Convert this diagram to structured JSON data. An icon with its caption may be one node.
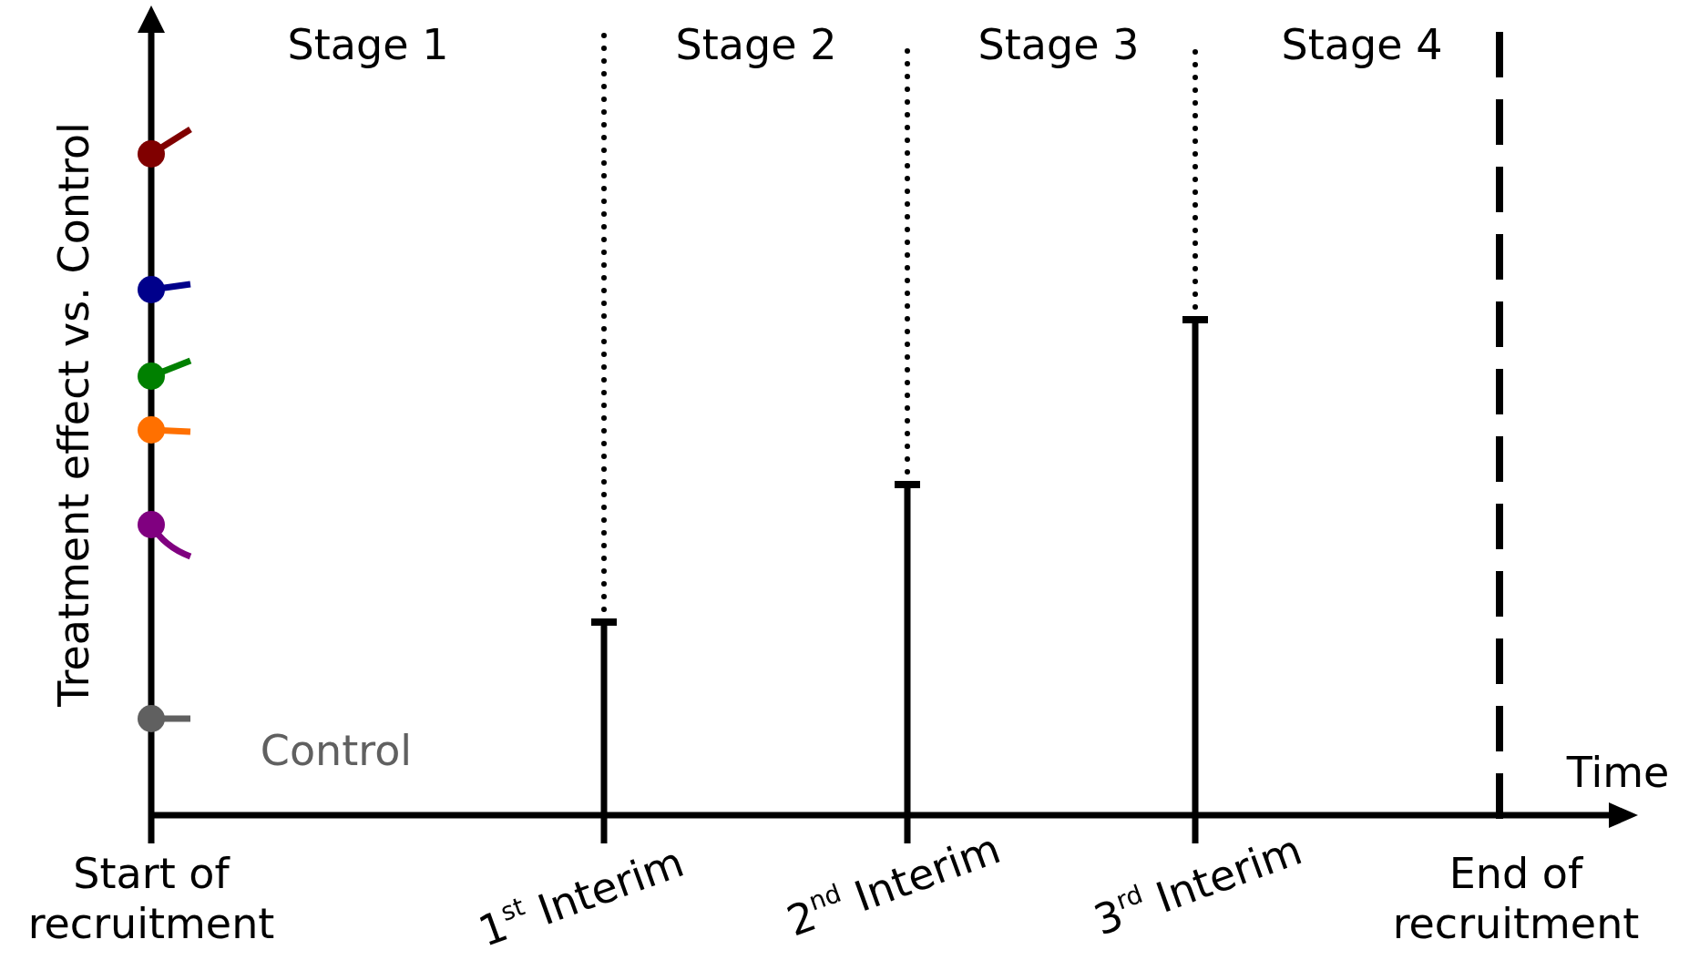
{
  "diagram": {
    "labels": [
      "Stage 1",
      "Stage 2",
      "Stage 3",
      "Stage 4",
      "Treatment effect vs. Control",
      "Control",
      "Time",
      "Start of recruitment",
      "1$^{st}$ Interim",
      "2$^{nd}$ Interim",
      "3$^{rd}$ Interim",
      "End of recruitment"
    ]
  }
}
